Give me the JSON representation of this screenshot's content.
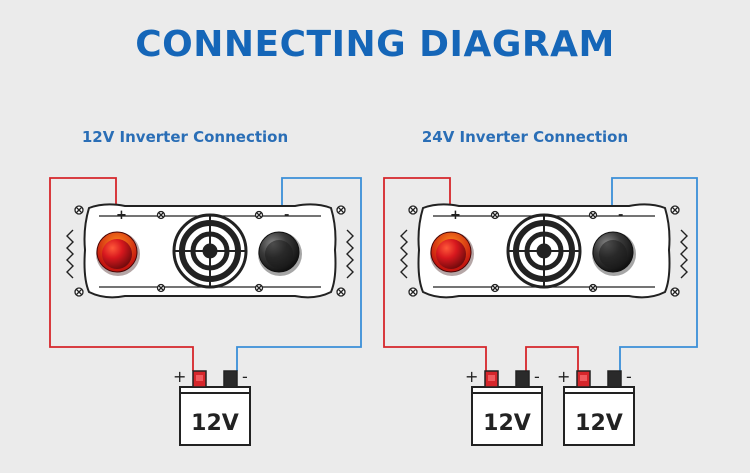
{
  "title": "CONNECTING DIAGRAM",
  "left_panel": {
    "title": "12V Inverter Connection",
    "inverter": {
      "positive_symbol": "+",
      "negative_symbol": "-"
    },
    "battery": {
      "label": "12V",
      "positive_symbol": "+",
      "negative_symbol": "-"
    }
  },
  "right_panel": {
    "title": "24V Inverter Connection",
    "inverter": {
      "positive_symbol": "+",
      "negative_symbol": "-"
    },
    "batteries": [
      {
        "label": "12V",
        "positive_symbol": "+",
        "negative_symbol": "-"
      },
      {
        "label": "12V",
        "positive_symbol": "+",
        "negative_symbol": "-"
      }
    ]
  },
  "colors": {
    "background": "#ebebeb",
    "title": "#1566b8",
    "positive_wire": "#d6262b",
    "negative_wire": "#3a8fd8",
    "red_terminal": "#c01f23",
    "black_terminal": "#2a2a2a"
  }
}
